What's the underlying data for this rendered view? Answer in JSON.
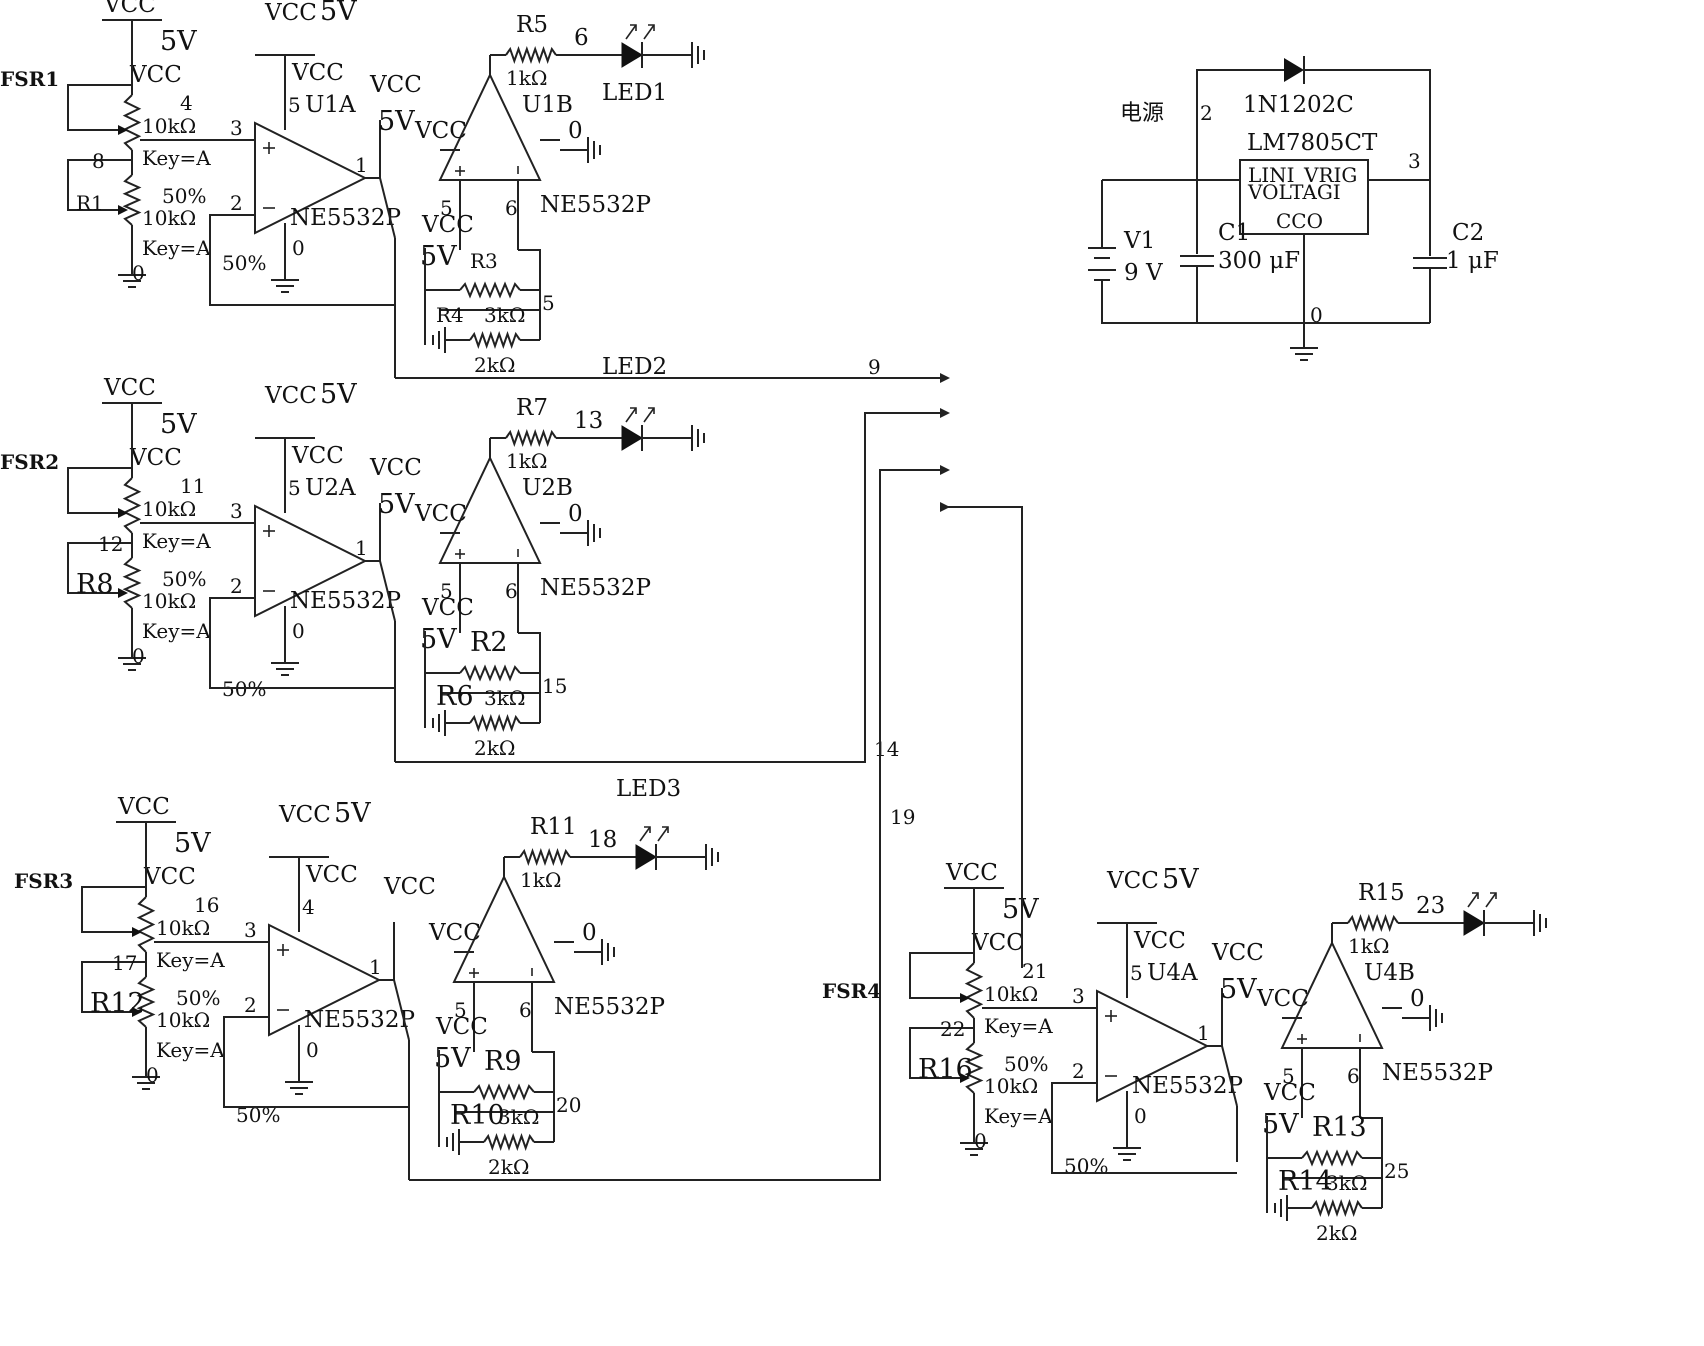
{
  "power": {
    "title": "电源",
    "diode": "1N1202C",
    "regulator": "LM7805CT",
    "pin_in": "LINI",
    "pin_out": "VRIG",
    "pin_volt": "VOLTAGI",
    "pin_com": "CCO",
    "node_in": "2",
    "node_out": "3",
    "node_gnd": "0",
    "source_name": "V1",
    "source_value": "9 V",
    "cap1_name": "C1",
    "cap1_value": "300 μF",
    "cap2_name": "C2",
    "cap2_value": "1 μF"
  },
  "stages": [
    {
      "fsr": "FSR1",
      "vcc_top": "VCC",
      "v5_top": "5V",
      "vcc_inner": "VCC",
      "pot1": "10kΩ",
      "key1": "Key=A",
      "pot_node": "4",
      "node_b": "8",
      "pct1": "50%",
      "rname": "R1",
      "pot2": "10kΩ",
      "key2": "Key=A",
      "pct2": "50%",
      "gnd_node": "0",
      "op_vcc": "VCC",
      "op_5v": "5V",
      "op_pin5": "5",
      "op_name": "U1A",
      "pin_plus": "3",
      "pin_minus": "2",
      "pin_out": "1",
      "op_model": "NE5532P",
      "op_gnd": "0",
      "b_vcc": "VCC",
      "b_5v": "5V",
      "b_vcc2": "VCC",
      "b_name": "U1B",
      "b_pin5": "5",
      "b_pin6": "6",
      "b_model": "NE5532P",
      "b_gnd": "0",
      "r_led": "R5",
      "r_led_val": "1kΩ",
      "led_node": "6",
      "led_name": "LED1",
      "fb_vcc": "VCC",
      "fb_5v": "5V",
      "rf1": "R3",
      "rf1_val": "3kΩ",
      "rf2": "R4",
      "rf2_val": "2kΩ",
      "fb_node": "5",
      "bus_label": "LED2",
      "bus_node": "9"
    },
    {
      "fsr": "FSR2",
      "vcc_top": "VCC",
      "v5_top": "5V",
      "vcc_inner": "VCC",
      "pot1": "10kΩ",
      "key1": "Key=A",
      "pot_node": "11",
      "node_b": "12",
      "pct1": "50%",
      "rname": "R8",
      "pot2": "10kΩ",
      "key2": "Key=A",
      "pct2": "50%",
      "gnd_node": "0",
      "op_vcc": "VCC",
      "op_5v": "5V",
      "op_pin5": "5",
      "op_name": "U2A",
      "pin_plus": "3",
      "pin_minus": "2",
      "pin_out": "1",
      "op_model": "NE5532P",
      "op_gnd": "0",
      "b_vcc": "VCC",
      "b_5v": "5V",
      "b_vcc2": "VCC",
      "b_name": "U2B",
      "b_pin5": "5",
      "b_pin6": "6",
      "b_model": "NE5532P",
      "b_gnd": "0",
      "r_led": "R7",
      "r_led_val": "1kΩ",
      "led_node": "13",
      "led_name": "",
      "fb_vcc": "VCC",
      "fb_5v": "5V",
      "rf1": "R2",
      "rf1_val": "3kΩ",
      "rf2": "R6",
      "rf2_val": "2kΩ",
      "fb_node": "15",
      "bus_label": "",
      "bus_node": "14"
    },
    {
      "fsr": "FSR3",
      "vcc_top": "VCC",
      "v5_top": "5V",
      "vcc_inner": "VCC",
      "pot1": "10kΩ",
      "key1": "Key=A",
      "pot_node": "16",
      "node_b": "17",
      "pct1": "50%",
      "rname": "R12",
      "pot2": "10kΩ",
      "key2": "Key=A",
      "pct2": "50%",
      "gnd_node": "0",
      "op_vcc": "VCC",
      "op_5v": "5V",
      "op_pin5": "4",
      "op_name": "",
      "pin_plus": "3",
      "pin_minus": "2",
      "pin_out": "1",
      "op_model": "NE5532P",
      "op_gnd": "0",
      "b_vcc": "VCC",
      "b_5v": "",
      "b_vcc2": "VCC",
      "b_name": "",
      "b_pin5": "5",
      "b_pin6": "6",
      "b_model": "NE5532P",
      "b_gnd": "0",
      "r_led": "R11",
      "r_led_val": "1kΩ",
      "led_node": "18",
      "led_name": "LED3",
      "fb_vcc": "VCC",
      "fb_5v": "5V",
      "rf1": "R9",
      "rf1_val": "3kΩ",
      "rf2": "R10",
      "rf2_val": "2kΩ",
      "fb_node": "20",
      "bus_label": "",
      "bus_node": "19"
    },
    {
      "fsr": "FSR4",
      "vcc_top": "VCC",
      "v5_top": "5V",
      "vcc_inner": "VCC",
      "pot1": "10kΩ",
      "key1": "Key=A",
      "pot_node": "21",
      "node_b": "22",
      "pct1": "50%",
      "rname": "R16",
      "pot2": "10kΩ",
      "key2": "Key=A",
      "pct2": "50%",
      "gnd_node": "0",
      "op_vcc": "VCC",
      "op_5v": "5V",
      "op_pin5": "5",
      "op_name": "U4A",
      "pin_plus": "3",
      "pin_minus": "2",
      "pin_out": "1",
      "op_model": "NE5532P",
      "op_gnd": "0",
      "b_vcc": "VCC",
      "b_5v": "5V",
      "b_vcc2": "VCC",
      "b_name": "U4B",
      "b_pin5": "5",
      "b_pin6": "6",
      "b_model": "NE5532P",
      "b_gnd": "0",
      "r_led": "R15",
      "r_led_val": "1kΩ",
      "led_node": "23",
      "led_name": "",
      "fb_vcc": "VCC",
      "fb_5v": "5V",
      "rf1": "R13",
      "rf1_val": "3kΩ",
      "rf2": "R14",
      "rf2_val": "2kΩ",
      "fb_node": "25",
      "bus_label": "",
      "bus_node": ""
    }
  ]
}
